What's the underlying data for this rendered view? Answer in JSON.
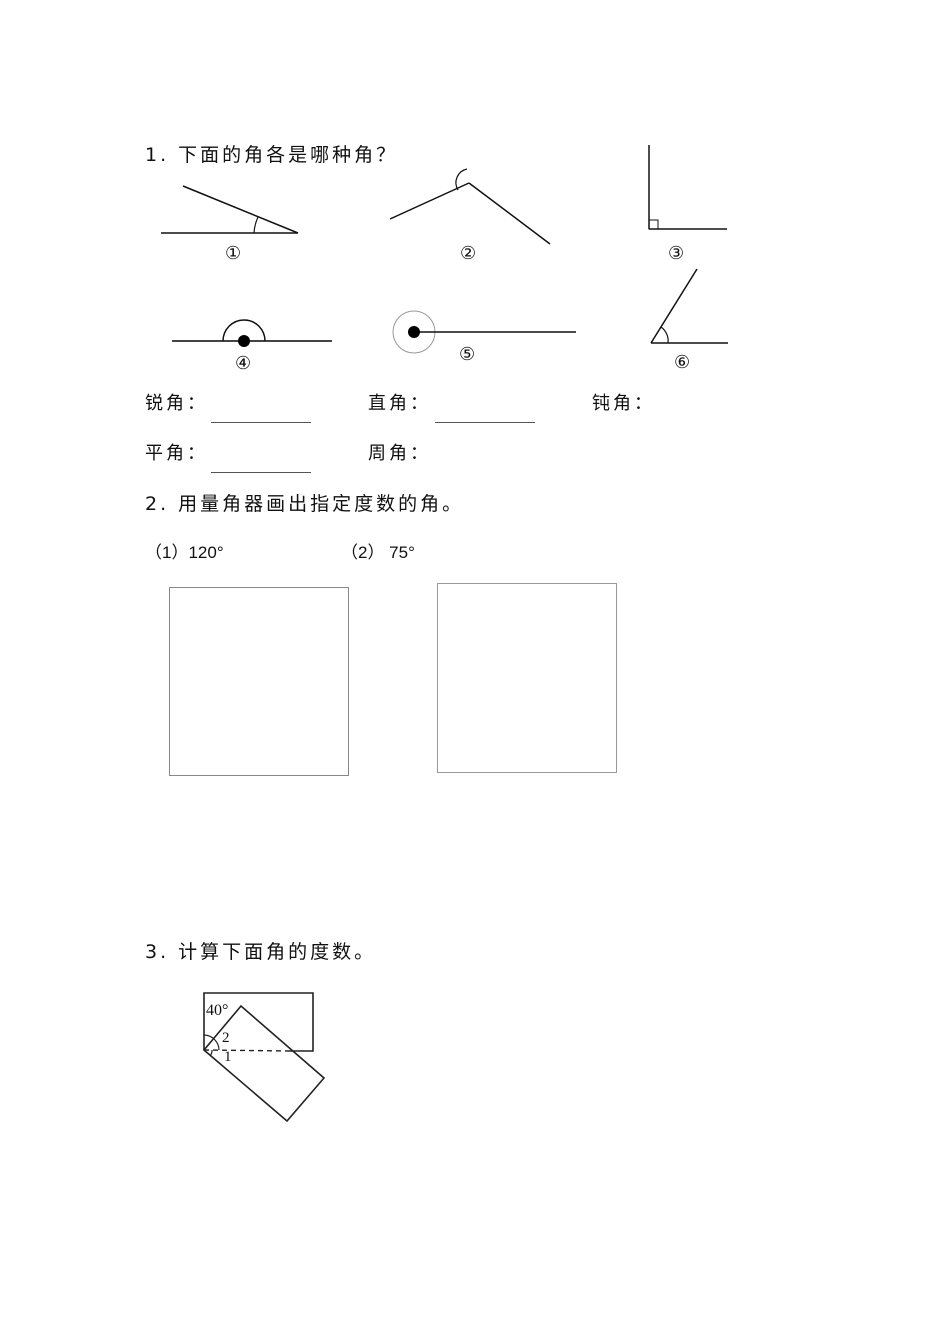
{
  "questions": {
    "q1": {
      "title": "1. 下面的角各是哪种角？",
      "figure_labels": [
        "①",
        "②",
        "③",
        "④",
        "⑤",
        "⑥"
      ],
      "figures": [
        {
          "id": 1,
          "type": "acute-angle"
        },
        {
          "id": 2,
          "type": "obtuse-angle"
        },
        {
          "id": 3,
          "type": "right-angle"
        },
        {
          "id": 4,
          "type": "straight-angle"
        },
        {
          "id": 5,
          "type": "full-angle"
        },
        {
          "id": 6,
          "type": "acute-angle"
        }
      ],
      "answers": {
        "acute": "锐角：",
        "right": "直角：",
        "obtuse": "钝角：",
        "straight": "平角：",
        "full": "周角："
      }
    },
    "q2": {
      "title": "2. 用量角器画出指定度数的角。",
      "items": [
        {
          "label": "（1）120°"
        },
        {
          "label": "（2）  75°"
        }
      ]
    },
    "q3": {
      "title": "3. 计算下面角的度数。",
      "figure_labels": {
        "angle_given": "40°",
        "angle_2": "2",
        "angle_1": "1"
      }
    }
  }
}
